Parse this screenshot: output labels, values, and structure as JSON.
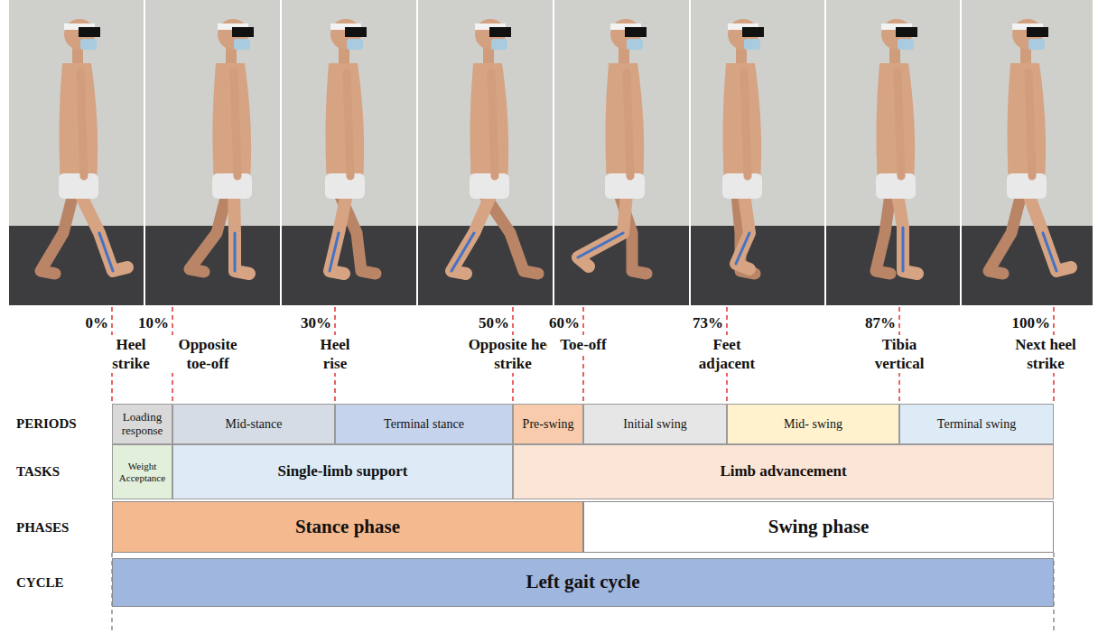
{
  "diagram": {
    "nodes": [
      {
        "text": [
          "Loading response"
        ]
      },
      {
        "text": [
          "Mid-stance"
        ]
      },
      {
        "text": [
          "Terminal stance"
        ]
      },
      {
        "text": [
          "Pre-swing"
        ]
      },
      {
        "text": [
          "Initial swing"
        ]
      },
      {
        "text": [
          "Mid- swing"
        ]
      },
      {
        "text": [
          "Terminal swing"
        ]
      },
      {
        "text": [
          "Weight Acceptance"
        ]
      },
      {
        "text": [
          "Single-limb support"
        ]
      },
      {
        "text": [
          "Limb advancement"
        ]
      },
      {
        "text": [
          "Stance phase"
        ]
      },
      {
        "text": [
          "Swing phase"
        ]
      },
      {
        "text": [
          "Left gait cycle"
        ]
      }
    ],
    "labels": [
      "0%",
      "10%",
      "30%",
      "50%",
      "60%",
      "73%",
      "87%",
      "100%",
      "Heel strike",
      "Opposite toe-off",
      "Heel rise",
      "Opposite heel strike",
      "Toe-off",
      "Feet adjacent",
      "Tibia vertical",
      "Next heel strike",
      "PERIODS",
      "TASKS",
      "PHASES",
      "CYCLE"
    ]
  }
}
